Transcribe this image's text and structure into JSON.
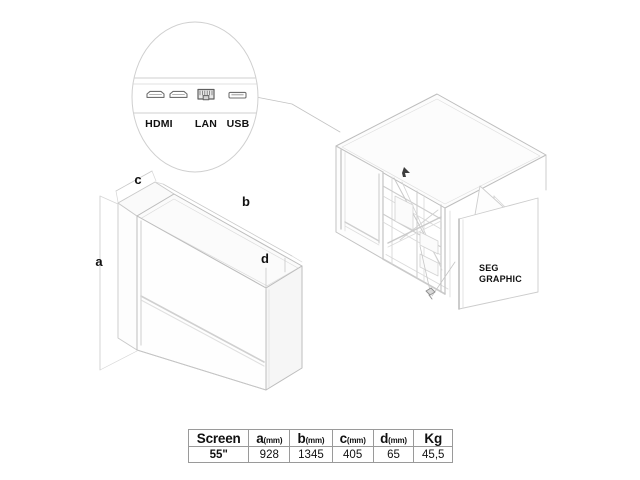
{
  "sheet": {
    "background_color": "#ffffff",
    "line_color": "#b9b9b9",
    "line_color_dark": "#8d8d8d",
    "text_color": "#111111",
    "fill_light": "#fcfcfc",
    "fill_shade": "#f0f0f0"
  },
  "detail_callout": {
    "name": "connector panel detail",
    "shape": "circle",
    "ports": [
      {
        "id": "hdmi-1",
        "type": "hdmi",
        "label": ""
      },
      {
        "id": "hdmi-2",
        "type": "hdmi",
        "label": ""
      },
      {
        "id": "lan-1",
        "type": "lan",
        "label": ""
      },
      {
        "id": "usb-1",
        "type": "usb",
        "label": ""
      }
    ],
    "labels": [
      {
        "text": "HDMI"
      },
      {
        "text": "LAN"
      },
      {
        "text": "USB"
      }
    ]
  },
  "dimension_labels": [
    {
      "key": "a",
      "text": "a"
    },
    {
      "key": "b",
      "text": "b"
    },
    {
      "key": "c",
      "text": "c"
    },
    {
      "key": "d",
      "text": "d"
    }
  ],
  "annotations": {
    "seg_graphic": {
      "line1": "SEG",
      "line2": "GRAPHIC"
    }
  },
  "spec_table": {
    "headers": [
      {
        "label": "Screen",
        "unit": ""
      },
      {
        "label": "a",
        "unit": "(mm)"
      },
      {
        "label": "b",
        "unit": "(mm)"
      },
      {
        "label": "c",
        "unit": "(mm)"
      },
      {
        "label": "d",
        "unit": "(mm)"
      },
      {
        "label": "Kg",
        "unit": ""
      }
    ],
    "rows": [
      {
        "screen": "55\"",
        "a": "928",
        "b": "1345",
        "c": "405",
        "d": "65",
        "kg": "45,5"
      }
    ]
  }
}
